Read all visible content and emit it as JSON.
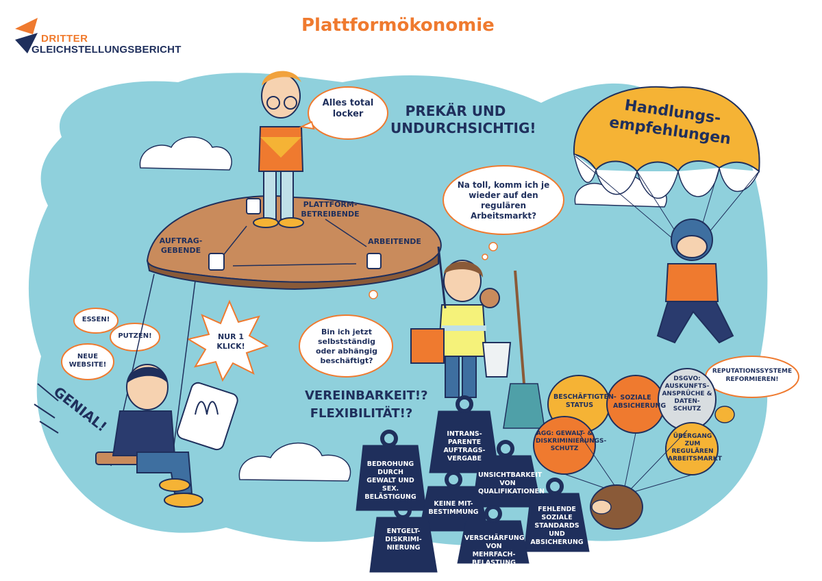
{
  "logo": {
    "line1": "DRITTER",
    "line2": "GLEICHSTELLUNGSBERICHT"
  },
  "title": "Plattformökonomie",
  "speech": {
    "boss": "Alles total locker",
    "headline": "PREKÄR UND UNDURCHSICHTIG!",
    "worker_question": "Na toll, komm ich je wieder auf den regulären Arbeitsmarkt?",
    "status_question": "Bin ich jetzt selbstständig oder abhängig beschäftigt?",
    "essen": "ESSEN!",
    "putzen": "PUTZEN!",
    "website": "NEUE WEBSITE!",
    "klick": "NUR 1 KLICK!",
    "genial": "GENIAL!",
    "vereinbarkeit": "VEREINBARKEIT!? FLEXIBILITÄT!?",
    "reputation": "REPUTATIONSSYSTEME REFORMIEREN!"
  },
  "platform": {
    "betreibende": "PLATTFORM-BETREIBENDE",
    "auftraggebende": "AUFTRAG-GEBENDE",
    "arbeitende": "ARBEITENDE"
  },
  "parachute": {
    "label": "Handlungs-empfehlungen"
  },
  "weights": [
    "INTRANS-PARENTE AUFTRAGS-VERGABE",
    "BEDROHUNG DURCH GEWALT UND SEX. BELÄSTIGUNG",
    "UNSICHTBARKEIT VON QUALIFIKATIONEN",
    "KEINE MIT-BESTIMMUNG",
    "FEHLENDE SOZIALE STANDARDS UND ABSICHERUNG",
    "ENTGELT-DISKRIMI-NIERUNG",
    "VERSCHÄRFUNG VON MEHRFACH-BELASTUNG"
  ],
  "balloons": [
    "BESCHÄFTIGTEN-STATUS",
    "SOZIALE ABSICHERUNG",
    "DSGVO: AUSKUNFTS-ANSPRÜCHE & DATEN-SCHUTZ",
    "AGG: GEWALT- & DISKRIMINIERUNGS-SCHUTZ",
    "ÜBERGANG ZUM REGULÄREN ARBEITSMARKT"
  ],
  "colors": {
    "sky": "#8fd0dc",
    "navy": "#1f2f5c",
    "orange": "#ef7a2f",
    "yellow": "#f5b335",
    "platform": "#c98b5c"
  }
}
